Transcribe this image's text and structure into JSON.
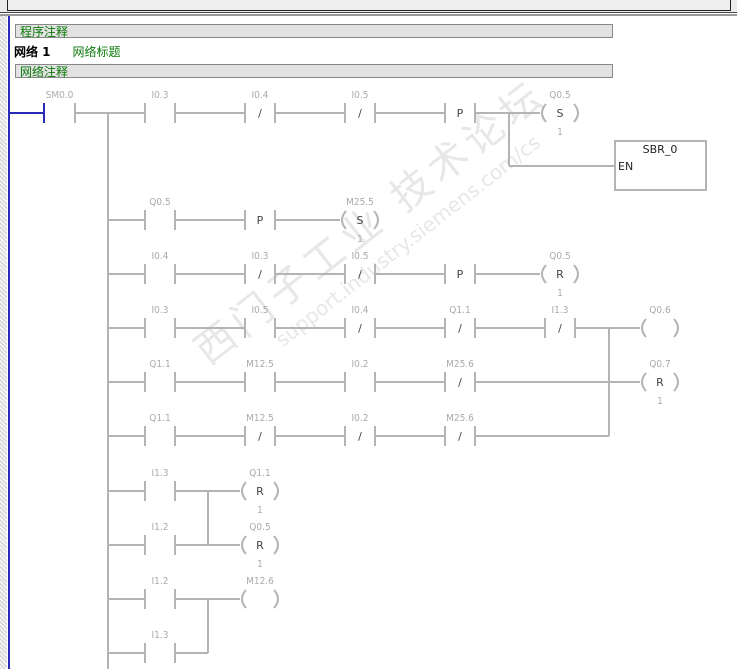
{
  "program_comment": "程序注释",
  "network": {
    "label": "网络 1",
    "title": "网络标题",
    "comment": "网络注释"
  },
  "watermark": {
    "line1": "西门子工业 技术论坛",
    "line2": "support.industry.siemens.com/cs"
  },
  "colors": {
    "wire": "#b4b4b4",
    "rail": "#2a2ab8",
    "comment_text": "#0a7a0a"
  },
  "box": {
    "name": "SBR_0",
    "input": "EN"
  },
  "rungs": [
    {
      "elements": [
        {
          "type": "NO",
          "addr": "SM0.0"
        },
        {
          "type": "NO",
          "addr": "I0.3"
        },
        {
          "type": "NC",
          "addr": "I0.4"
        },
        {
          "type": "NC",
          "addr": "I0.5"
        },
        {
          "type": "P",
          "addr": ""
        },
        {
          "type": "COIL",
          "addr": "Q0.5",
          "op": "S",
          "count": "1"
        }
      ]
    },
    {
      "elements": [
        {
          "type": "NO",
          "addr": "Q0.5"
        },
        {
          "type": "P",
          "addr": ""
        },
        {
          "type": "COIL",
          "addr": "M25.5",
          "op": "S",
          "count": "1"
        }
      ]
    },
    {
      "elements": [
        {
          "type": "NO",
          "addr": "I0.4"
        },
        {
          "type": "NC",
          "addr": "I0.3"
        },
        {
          "type": "NC",
          "addr": "I0.5"
        },
        {
          "type": "P",
          "addr": ""
        },
        {
          "type": "COIL",
          "addr": "Q0.5",
          "op": "R",
          "count": "1"
        }
      ]
    },
    {
      "elements": [
        {
          "type": "NO",
          "addr": "I0.3"
        },
        {
          "type": "NO",
          "addr": "I0.5"
        },
        {
          "type": "NC",
          "addr": "I0.4"
        },
        {
          "type": "NC",
          "addr": "Q1.1"
        },
        {
          "type": "NC",
          "addr": "I1.3"
        },
        {
          "type": "COIL",
          "addr": "Q0.6",
          "op": "",
          "count": ""
        }
      ]
    },
    {
      "elements": [
        {
          "type": "NO",
          "addr": "Q1.1"
        },
        {
          "type": "NO",
          "addr": "M12.5"
        },
        {
          "type": "NO",
          "addr": "I0.2"
        },
        {
          "type": "NC",
          "addr": "M25.6"
        },
        {
          "type": "COIL",
          "addr": "Q0.7",
          "op": "R",
          "count": "1"
        }
      ]
    },
    {
      "elements": [
        {
          "type": "NO",
          "addr": "Q1.1"
        },
        {
          "type": "NC",
          "addr": "M12.5"
        },
        {
          "type": "NC",
          "addr": "I0.2"
        },
        {
          "type": "NC",
          "addr": "M25.6"
        }
      ]
    },
    {
      "elements": [
        {
          "type": "NO",
          "addr": "I1.3"
        },
        {
          "type": "COIL",
          "addr": "Q1.1",
          "op": "R",
          "count": "1"
        }
      ]
    },
    {
      "elements": [
        {
          "type": "NO",
          "addr": "I1.2"
        },
        {
          "type": "COIL",
          "addr": "Q0.5",
          "op": "R",
          "count": "1"
        }
      ]
    },
    {
      "elements": [
        {
          "type": "NO",
          "addr": "I1.2"
        },
        {
          "type": "COIL",
          "addr": "M12.6",
          "op": "",
          "count": ""
        }
      ]
    },
    {
      "elements": [
        {
          "type": "NO",
          "addr": "I1.3"
        }
      ]
    }
  ]
}
